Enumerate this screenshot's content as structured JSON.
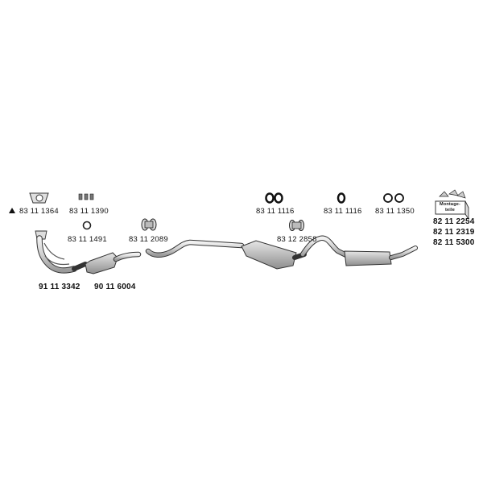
{
  "parts": {
    "gasket_a": "83 11 1364",
    "clamps_small": "83 11 1390",
    "ring": "83 11 1491",
    "clamp_mid": "83 11 2089",
    "hanger_pair_1": "83 11 1116",
    "clamp_rear": "83 12 2858",
    "hanger_single": "83 11 1116",
    "hanger_pair_2": "83 11 1350",
    "front_pipe": "91 11 3342",
    "catalyst": "90 11 6004",
    "kit_1": "82 11 2254",
    "kit_2": "82 11 2319",
    "kit_3": "82 11 5300"
  },
  "kit_box": {
    "label_line1": "Montage-",
    "label_line2": "teile"
  },
  "icons": [
    "warning-triangle-icon",
    "gasket-icon",
    "clamp-icon",
    "rubber-hanger-icon",
    "ring-icon",
    "toolbox-icon"
  ]
}
